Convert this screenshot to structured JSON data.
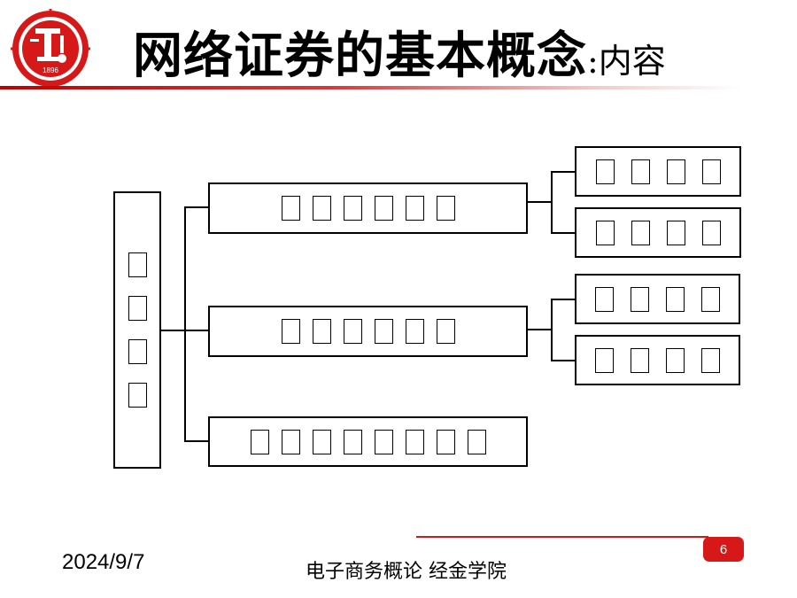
{
  "header": {
    "title_main": "网络证券的基本概念",
    "title_sub": ":内容",
    "logo": {
      "icon": "university-seal-icon",
      "text": "1896",
      "color": "#d71818"
    }
  },
  "diagram": {
    "root": {
      "glyph_count": 4
    },
    "branches": [
      {
        "glyph_count": 6,
        "children": [
          {
            "glyph_count": 4
          },
          {
            "glyph_count": 4
          }
        ]
      },
      {
        "glyph_count": 6,
        "children": [
          {
            "glyph_count": 4
          },
          {
            "glyph_count": 4
          }
        ]
      },
      {
        "glyph_count": 8,
        "children": []
      }
    ]
  },
  "footer": {
    "date": "2024/9/7",
    "course": "电子商务概论 经金学院",
    "page_number": "6"
  },
  "colors": {
    "accent": "#d71818",
    "text": "#000000",
    "background": "#ffffff"
  }
}
